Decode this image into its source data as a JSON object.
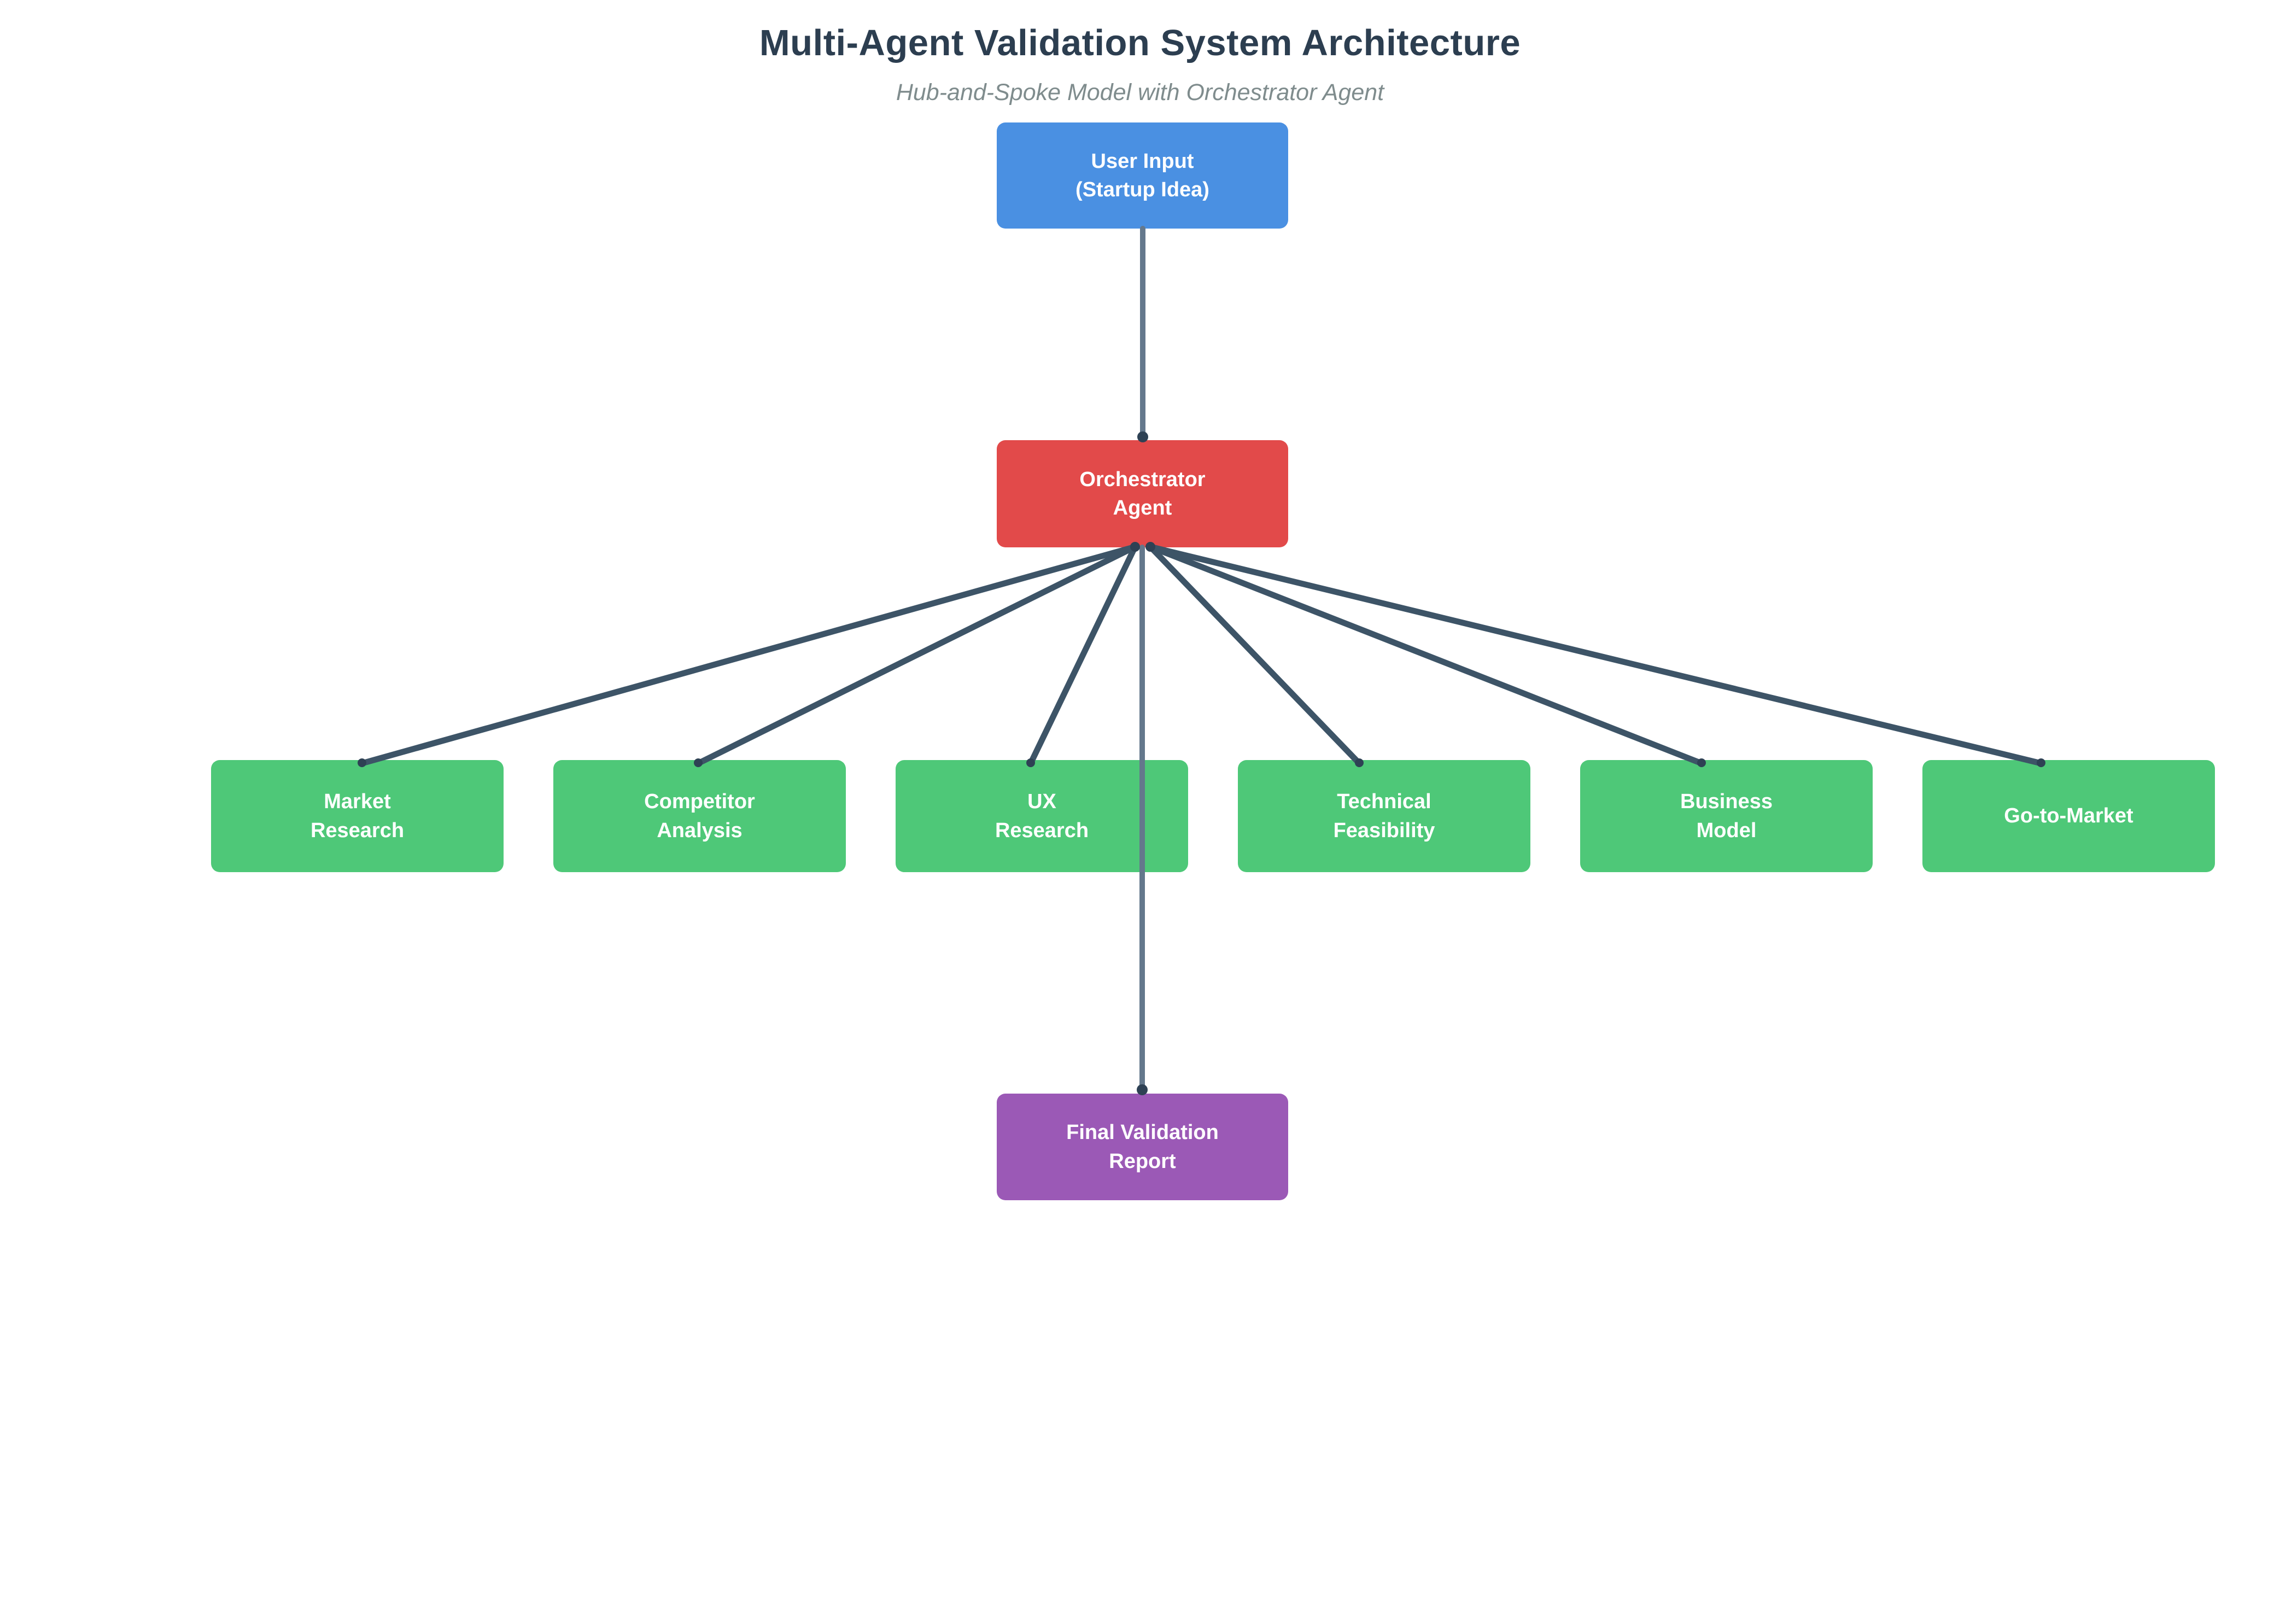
{
  "title": "Multi-Agent Validation System Architecture",
  "subtitle": "Hub-and-Spoke Model with Orchestrator Agent",
  "colors": {
    "title_text": "#2c3e50",
    "subtitle_text": "#7f8c8d",
    "input_node": "#4a90e2",
    "orchestrator_node": "#e24a4a",
    "agent_node": "#4ec878",
    "report_node": "#9b59b6",
    "node_text": "#ffffff",
    "spoke_line": "#3d5467",
    "flow_line": "#64788c",
    "endpoint_dot": "#2e4154"
  },
  "nodes": {
    "user_input": {
      "label": "User Input\n(Startup Idea)"
    },
    "orchestrator": {
      "label": "Orchestrator\nAgent"
    },
    "market_research": {
      "label": "Market\nResearch"
    },
    "competitor_analysis": {
      "label": "Competitor\nAnalysis"
    },
    "ux_research": {
      "label": "UX\nResearch"
    },
    "technical_feasibility": {
      "label": "Technical\nFeasibility"
    },
    "business_model": {
      "label": "Business\nModel"
    },
    "go_to_market": {
      "label": "Go-to-Market"
    },
    "final_report": {
      "label": "Final Validation\nReport"
    }
  },
  "edges": [
    {
      "from": "user_input",
      "to": "orchestrator",
      "style": "flow"
    },
    {
      "from": "orchestrator",
      "to": "market_research",
      "style": "spoke"
    },
    {
      "from": "orchestrator",
      "to": "competitor_analysis",
      "style": "spoke"
    },
    {
      "from": "orchestrator",
      "to": "ux_research",
      "style": "spoke"
    },
    {
      "from": "orchestrator",
      "to": "technical_feasibility",
      "style": "spoke"
    },
    {
      "from": "orchestrator",
      "to": "business_model",
      "style": "spoke"
    },
    {
      "from": "orchestrator",
      "to": "go_to_market",
      "style": "spoke"
    },
    {
      "from": "orchestrator",
      "to": "final_report",
      "style": "flow"
    }
  ]
}
